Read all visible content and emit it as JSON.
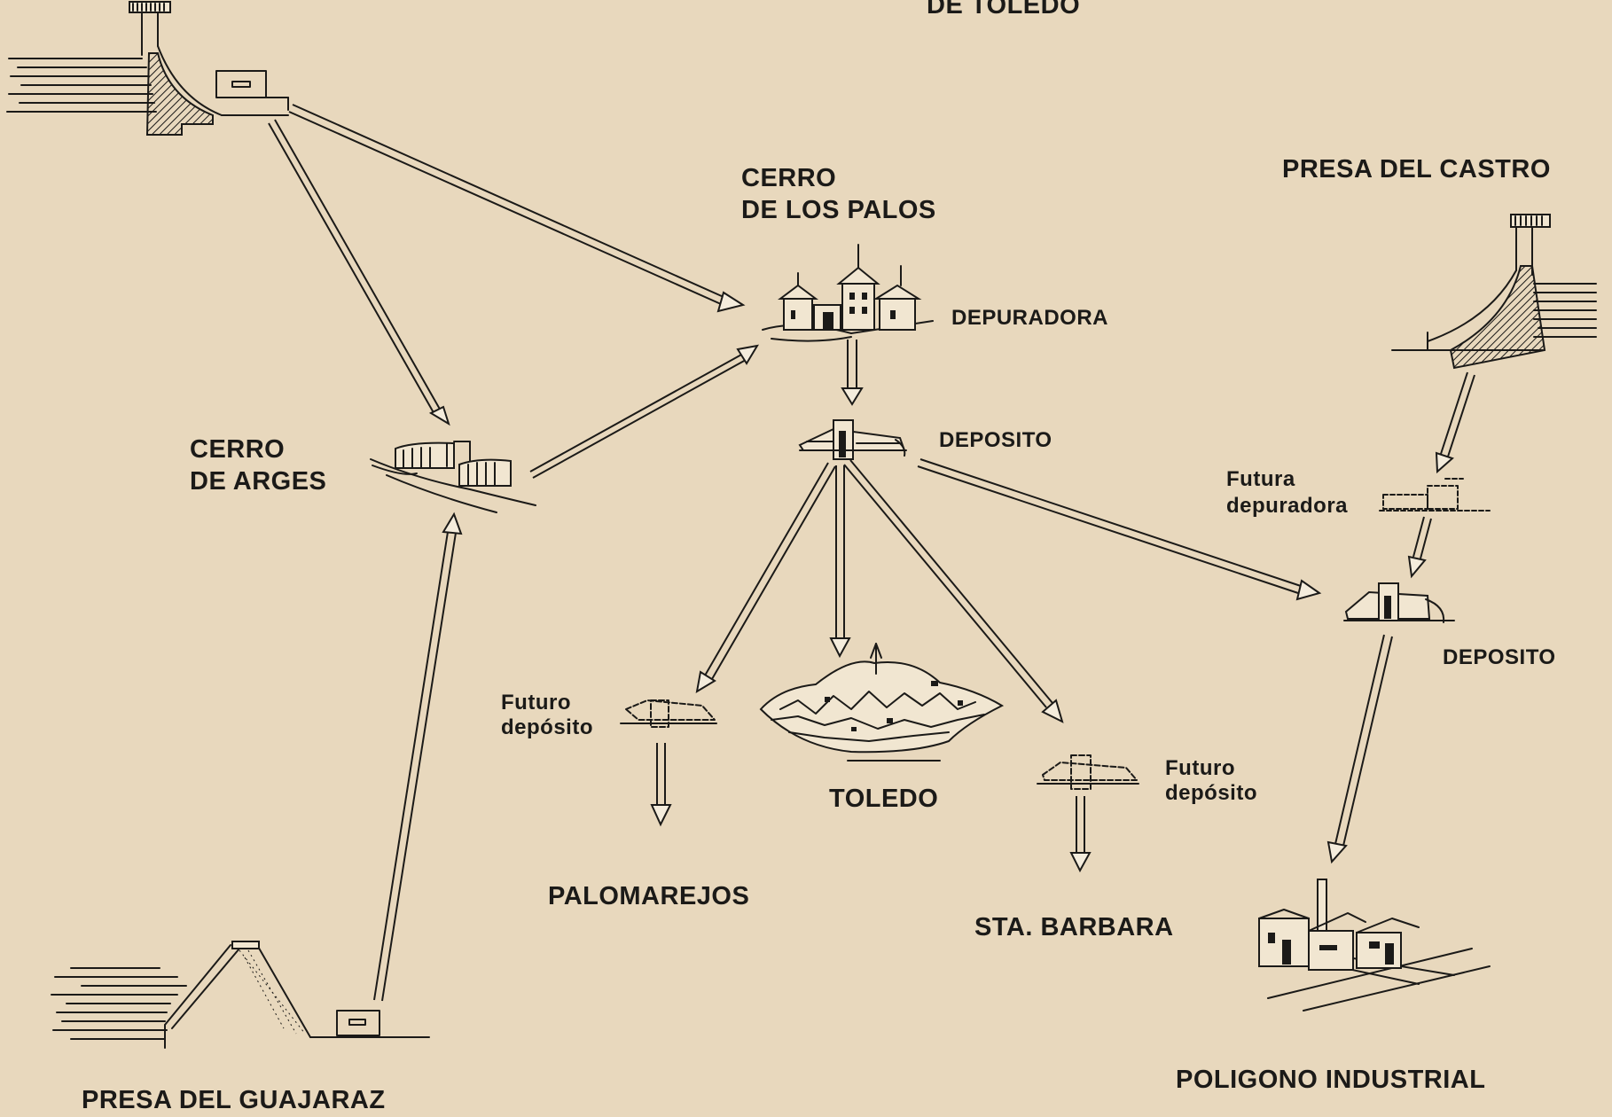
{
  "diagram": {
    "labels": {
      "top_title_fragment": "DE TOLEDO",
      "cerro_palos": [
        "CERRO",
        "DE LOS PALOS"
      ],
      "depuradora": "DEPURADORA",
      "deposito_central": "DEPOSITO",
      "presa_castro": "PRESA DEL CASTRO",
      "futura_depuradora": [
        "Futura",
        "depuradora"
      ],
      "deposito_right": "DEPOSITO",
      "cerro_arges": [
        "CERRO",
        "DE ARGES"
      ],
      "futuro_deposito_left": [
        "Futuro",
        "depósito"
      ],
      "futuro_deposito_right": [
        "Futuro",
        "depósito"
      ],
      "toledo": "TOLEDO",
      "palomarejos": "PALOMAREJOS",
      "sta_barbara": "STA. BARBARA",
      "presa_guajaraz": "PRESA DEL GUAJARAZ",
      "poligono": "POLIGONO INDUSTRIAL"
    },
    "connections": [
      {
        "from": "Top-left dam",
        "to": "Cerro de los Palos"
      },
      {
        "from": "Top-left dam",
        "to": "Cerro de Arges"
      },
      {
        "from": "Cerro de Arges",
        "to": "Cerro de los Palos"
      },
      {
        "from": "Presa del Guajaraz",
        "to": "Cerro de Arges"
      },
      {
        "from": "Depuradora",
        "to": "Deposito"
      },
      {
        "from": "Deposito",
        "to": "Futuro depósito (Palomarejos)"
      },
      {
        "from": "Deposito",
        "to": "Toledo"
      },
      {
        "from": "Deposito",
        "to": "Futuro depósito (Sta. Barbara)"
      },
      {
        "from": "Deposito",
        "to": "Deposito (Poligono)"
      },
      {
        "from": "Futuro depósito (Palomarejos)",
        "to": "Palomarejos"
      },
      {
        "from": "Futuro depósito (Sta. Barbara)",
        "to": "Sta. Barbara"
      },
      {
        "from": "Presa del Castro",
        "to": "Futura depuradora"
      },
      {
        "from": "Futura depuradora",
        "to": "Deposito (Poligono)"
      },
      {
        "from": "Deposito (Poligono)",
        "to": "Poligono Industrial"
      }
    ]
  }
}
